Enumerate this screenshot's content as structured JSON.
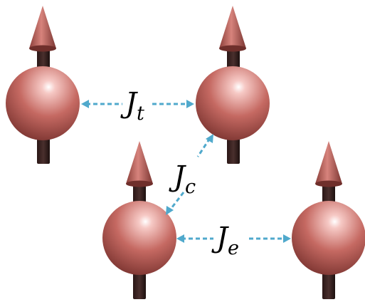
{
  "diagram": {
    "colors": {
      "background": "#ffffff",
      "sphere_light": "#f6c9c5",
      "sphere_mid": "#c56962",
      "sphere_dark": "#5f2926",
      "arrow_head_light": "#d7837c",
      "arrow_head_dark": "#8b3f3a",
      "shaft": "#3b2423",
      "coupling_arrow": "#50a9cc"
    },
    "spins": [
      {
        "name": "spin-top-left"
      },
      {
        "name": "spin-top-right"
      },
      {
        "name": "spin-bottom-left"
      },
      {
        "name": "spin-bottom-right"
      }
    ],
    "couplings": [
      {
        "name": "coupling-top",
        "label_main": "J",
        "label_sub": "t"
      },
      {
        "name": "coupling-cross",
        "label_main": "J",
        "label_sub": "c"
      },
      {
        "name": "coupling-bottom",
        "label_main": "J",
        "label_sub": "e"
      }
    ]
  }
}
